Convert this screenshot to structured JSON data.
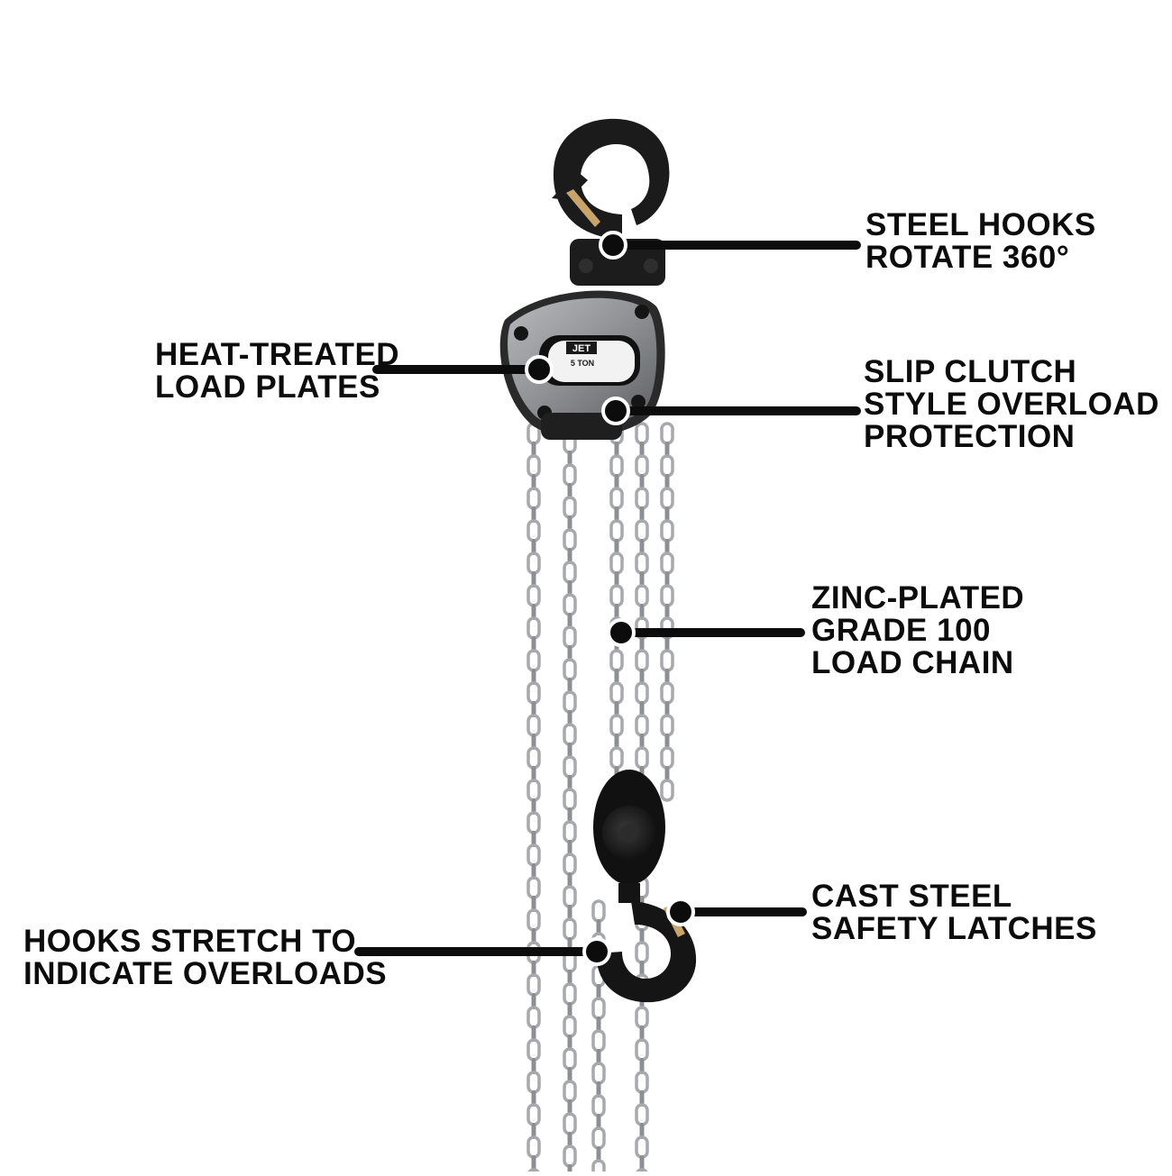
{
  "hoist": {
    "brand_badge": "JET",
    "capacity_label": "5 TON"
  },
  "callouts": {
    "steel_hooks": [
      "STEEL HOOKS",
      "ROTATE 360°"
    ],
    "load_plates": [
      "HEAT-TREATED",
      "LOAD PLATES"
    ],
    "slip_clutch": [
      "SLIP CLUTCH",
      "STYLE OVERLOAD",
      "PROTECTION"
    ],
    "load_chain": [
      "ZINC-PLATED",
      "GRADE 100",
      "LOAD CHAIN"
    ],
    "safety_latches": [
      "CAST STEEL",
      "SAFETY LATCHES"
    ],
    "stretch_hooks": [
      "HOOKS STRETCH TO",
      "INDICATE OVERLOADS"
    ]
  },
  "colors": {
    "callout_ink": "#0c0c0c",
    "body_dark": "#1c1c1c",
    "plate_silver": "#8e9093",
    "chain": "#a7a9ac",
    "latch_brass": "#c9a46a"
  }
}
